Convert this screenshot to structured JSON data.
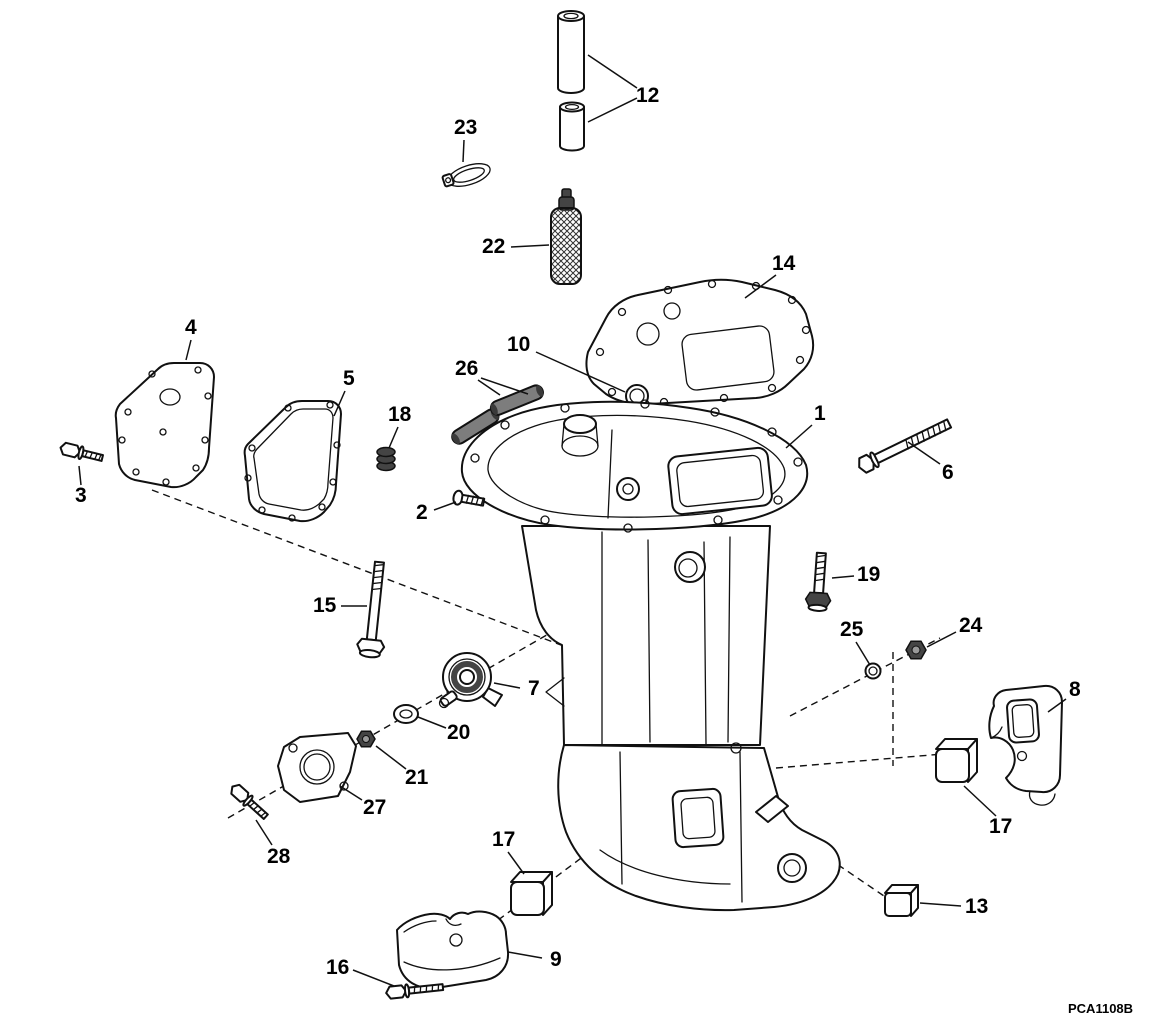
{
  "diagram": {
    "code": "PCA1108B",
    "callouts": [
      {
        "id": "callout-12",
        "label": "12"
      },
      {
        "id": "callout-23",
        "label": "23"
      },
      {
        "id": "callout-22",
        "label": "22"
      },
      {
        "id": "callout-14",
        "label": "14"
      },
      {
        "id": "callout-4",
        "label": "4"
      },
      {
        "id": "callout-10",
        "label": "10"
      },
      {
        "id": "callout-5",
        "label": "5"
      },
      {
        "id": "callout-26",
        "label": "26"
      },
      {
        "id": "callout-18",
        "label": "18"
      },
      {
        "id": "callout-1",
        "label": "1"
      },
      {
        "id": "callout-6",
        "label": "6"
      },
      {
        "id": "callout-3",
        "label": "3"
      },
      {
        "id": "callout-2",
        "label": "2"
      },
      {
        "id": "callout-19",
        "label": "19"
      },
      {
        "id": "callout-15",
        "label": "15"
      },
      {
        "id": "callout-25",
        "label": "25"
      },
      {
        "id": "callout-24",
        "label": "24"
      },
      {
        "id": "callout-7",
        "label": "7"
      },
      {
        "id": "callout-8",
        "label": "8"
      },
      {
        "id": "callout-20",
        "label": "20"
      },
      {
        "id": "callout-21",
        "label": "21"
      },
      {
        "id": "callout-27",
        "label": "27"
      },
      {
        "id": "callout-17-right",
        "label": "17"
      },
      {
        "id": "callout-28",
        "label": "28"
      },
      {
        "id": "callout-17-left",
        "label": "17"
      },
      {
        "id": "callout-13",
        "label": "13"
      },
      {
        "id": "callout-9",
        "label": "9"
      },
      {
        "id": "callout-16",
        "label": "16"
      }
    ]
  }
}
